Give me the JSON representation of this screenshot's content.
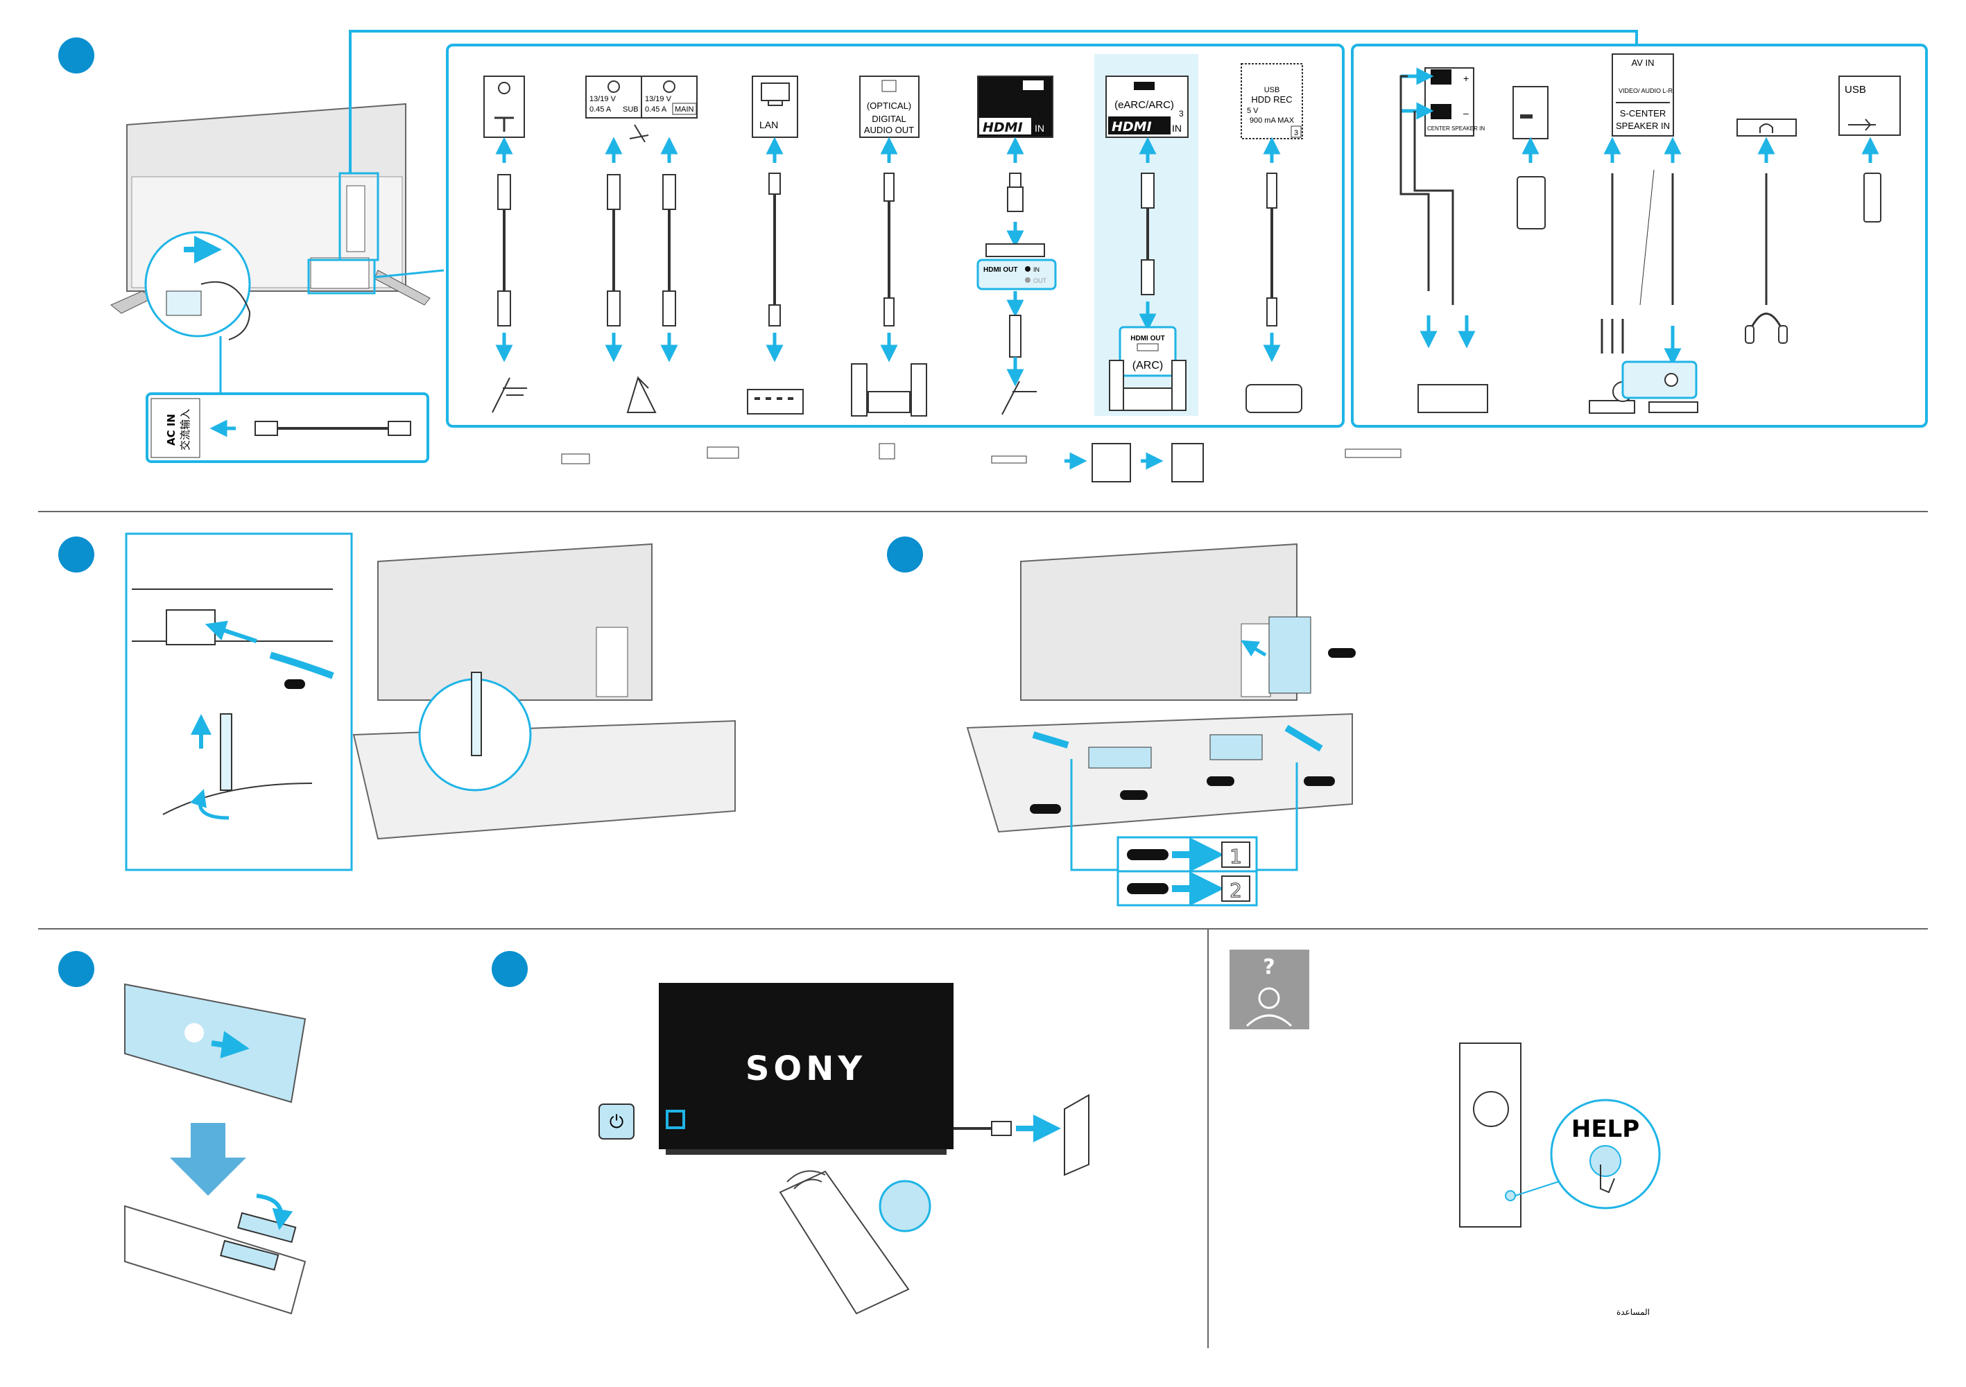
{
  "colors": {
    "accent": "#1fb4e6",
    "panel": "#dff3fb",
    "circle": "#0a8fcf",
    "grey": "#bdbdbd",
    "help_bg": "#9a9a9a"
  },
  "ports": {
    "ac_in": "AC IN",
    "ac_in_cjk": "交流输入",
    "sat_sub": {
      "v": "13/19 V",
      "a": "0.45 A",
      "tag": "SUB"
    },
    "sat_main": {
      "v": "13/19 V",
      "a": "0.45 A",
      "tag": "MAIN"
    },
    "lan": "LAN",
    "optical": "(OPTICAL)",
    "digital_audio_out_1": "DIGITAL",
    "digital_audio_out_2": "AUDIO OUT",
    "hdmi": "HDMI",
    "in": "IN",
    "earc": "(eARC/ARC)",
    "arc": "(ARC)",
    "hdmi_num": "3",
    "usb_hdd_1": "USB",
    "usb_hdd_2": "HDD REC",
    "usb_hdd_3": "5 V",
    "usb_hdd_4": "900 mA MAX",
    "usb_num": "3",
    "hdmi_out": "HDMI OUT",
    "in_small": "IN",
    "out_small": "OUT",
    "center_speaker": "CENTER SPEAKER IN",
    "plus": "+",
    "minus": "–",
    "av_in": "AV IN",
    "video_audio": "VIDEO/ AUDIO L-R",
    "s_center_1": "S-CENTER",
    "s_center_2": "SPEAKER IN",
    "usb": "USB"
  },
  "labels": {
    "num1": "1",
    "num2": "2",
    "brand": "SONY",
    "help": "HELP",
    "help_q": "?",
    "arabic_help": "المساعدة"
  },
  "icons": [
    "power-icon",
    "headphones-icon",
    "usb-icon",
    "antenna-icon",
    "satellite-icon",
    "help-person-icon",
    "hand-pointer-icon"
  ]
}
